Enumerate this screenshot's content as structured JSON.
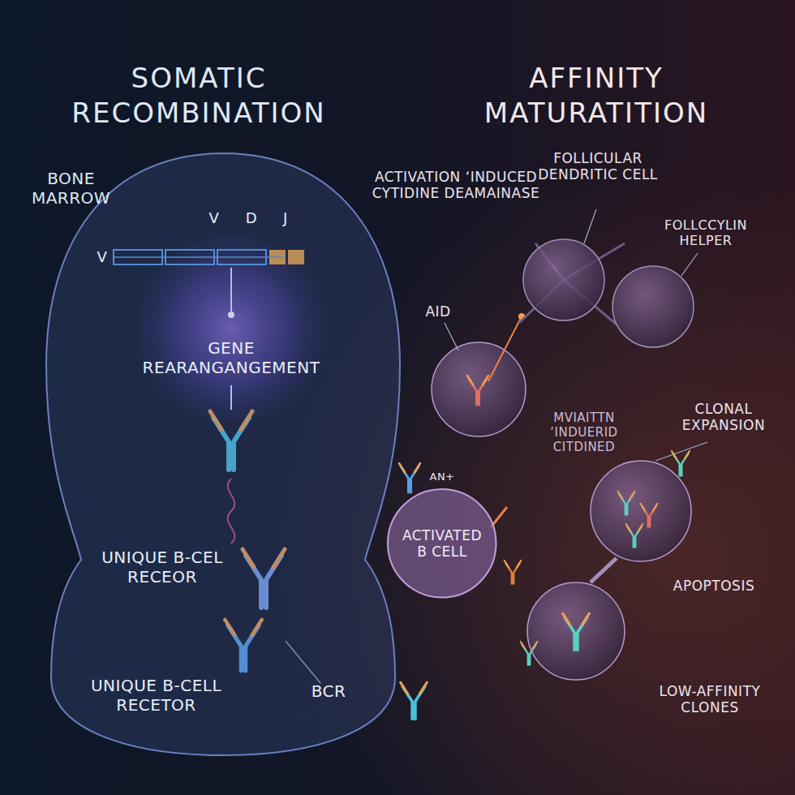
{
  "diagram": {
    "nodes": [
      {
        "text": [
          "GENE REARANGANGEMENT",
          "UNIQUE B-CEL RECEOR",
          "UNIQUE B-CELL RECETOR",
          "BCR"
        ]
      },
      {
        "text": [
          "ACTIVATED B CELL"
        ]
      }
    ],
    "labels": [
      "SOMATIC RECOMBINATION",
      "AFFINITY MATURATITION",
      "BONE MARROW",
      "V",
      "D",
      "J",
      "V",
      "ACTIVATION ‘INDUCED CYTIDINE DEAMAINASE",
      "FOLLICULAR DENDRITIC CELL",
      "FOLLCCYLIN HELPER",
      "AID",
      "MVIAITTN ‘INDUERID CITDINED",
      "CLONAL EXPANSION",
      "AN+",
      "APOPTOSIS",
      "LOW-AFFINITY CLONES"
    ]
  }
}
